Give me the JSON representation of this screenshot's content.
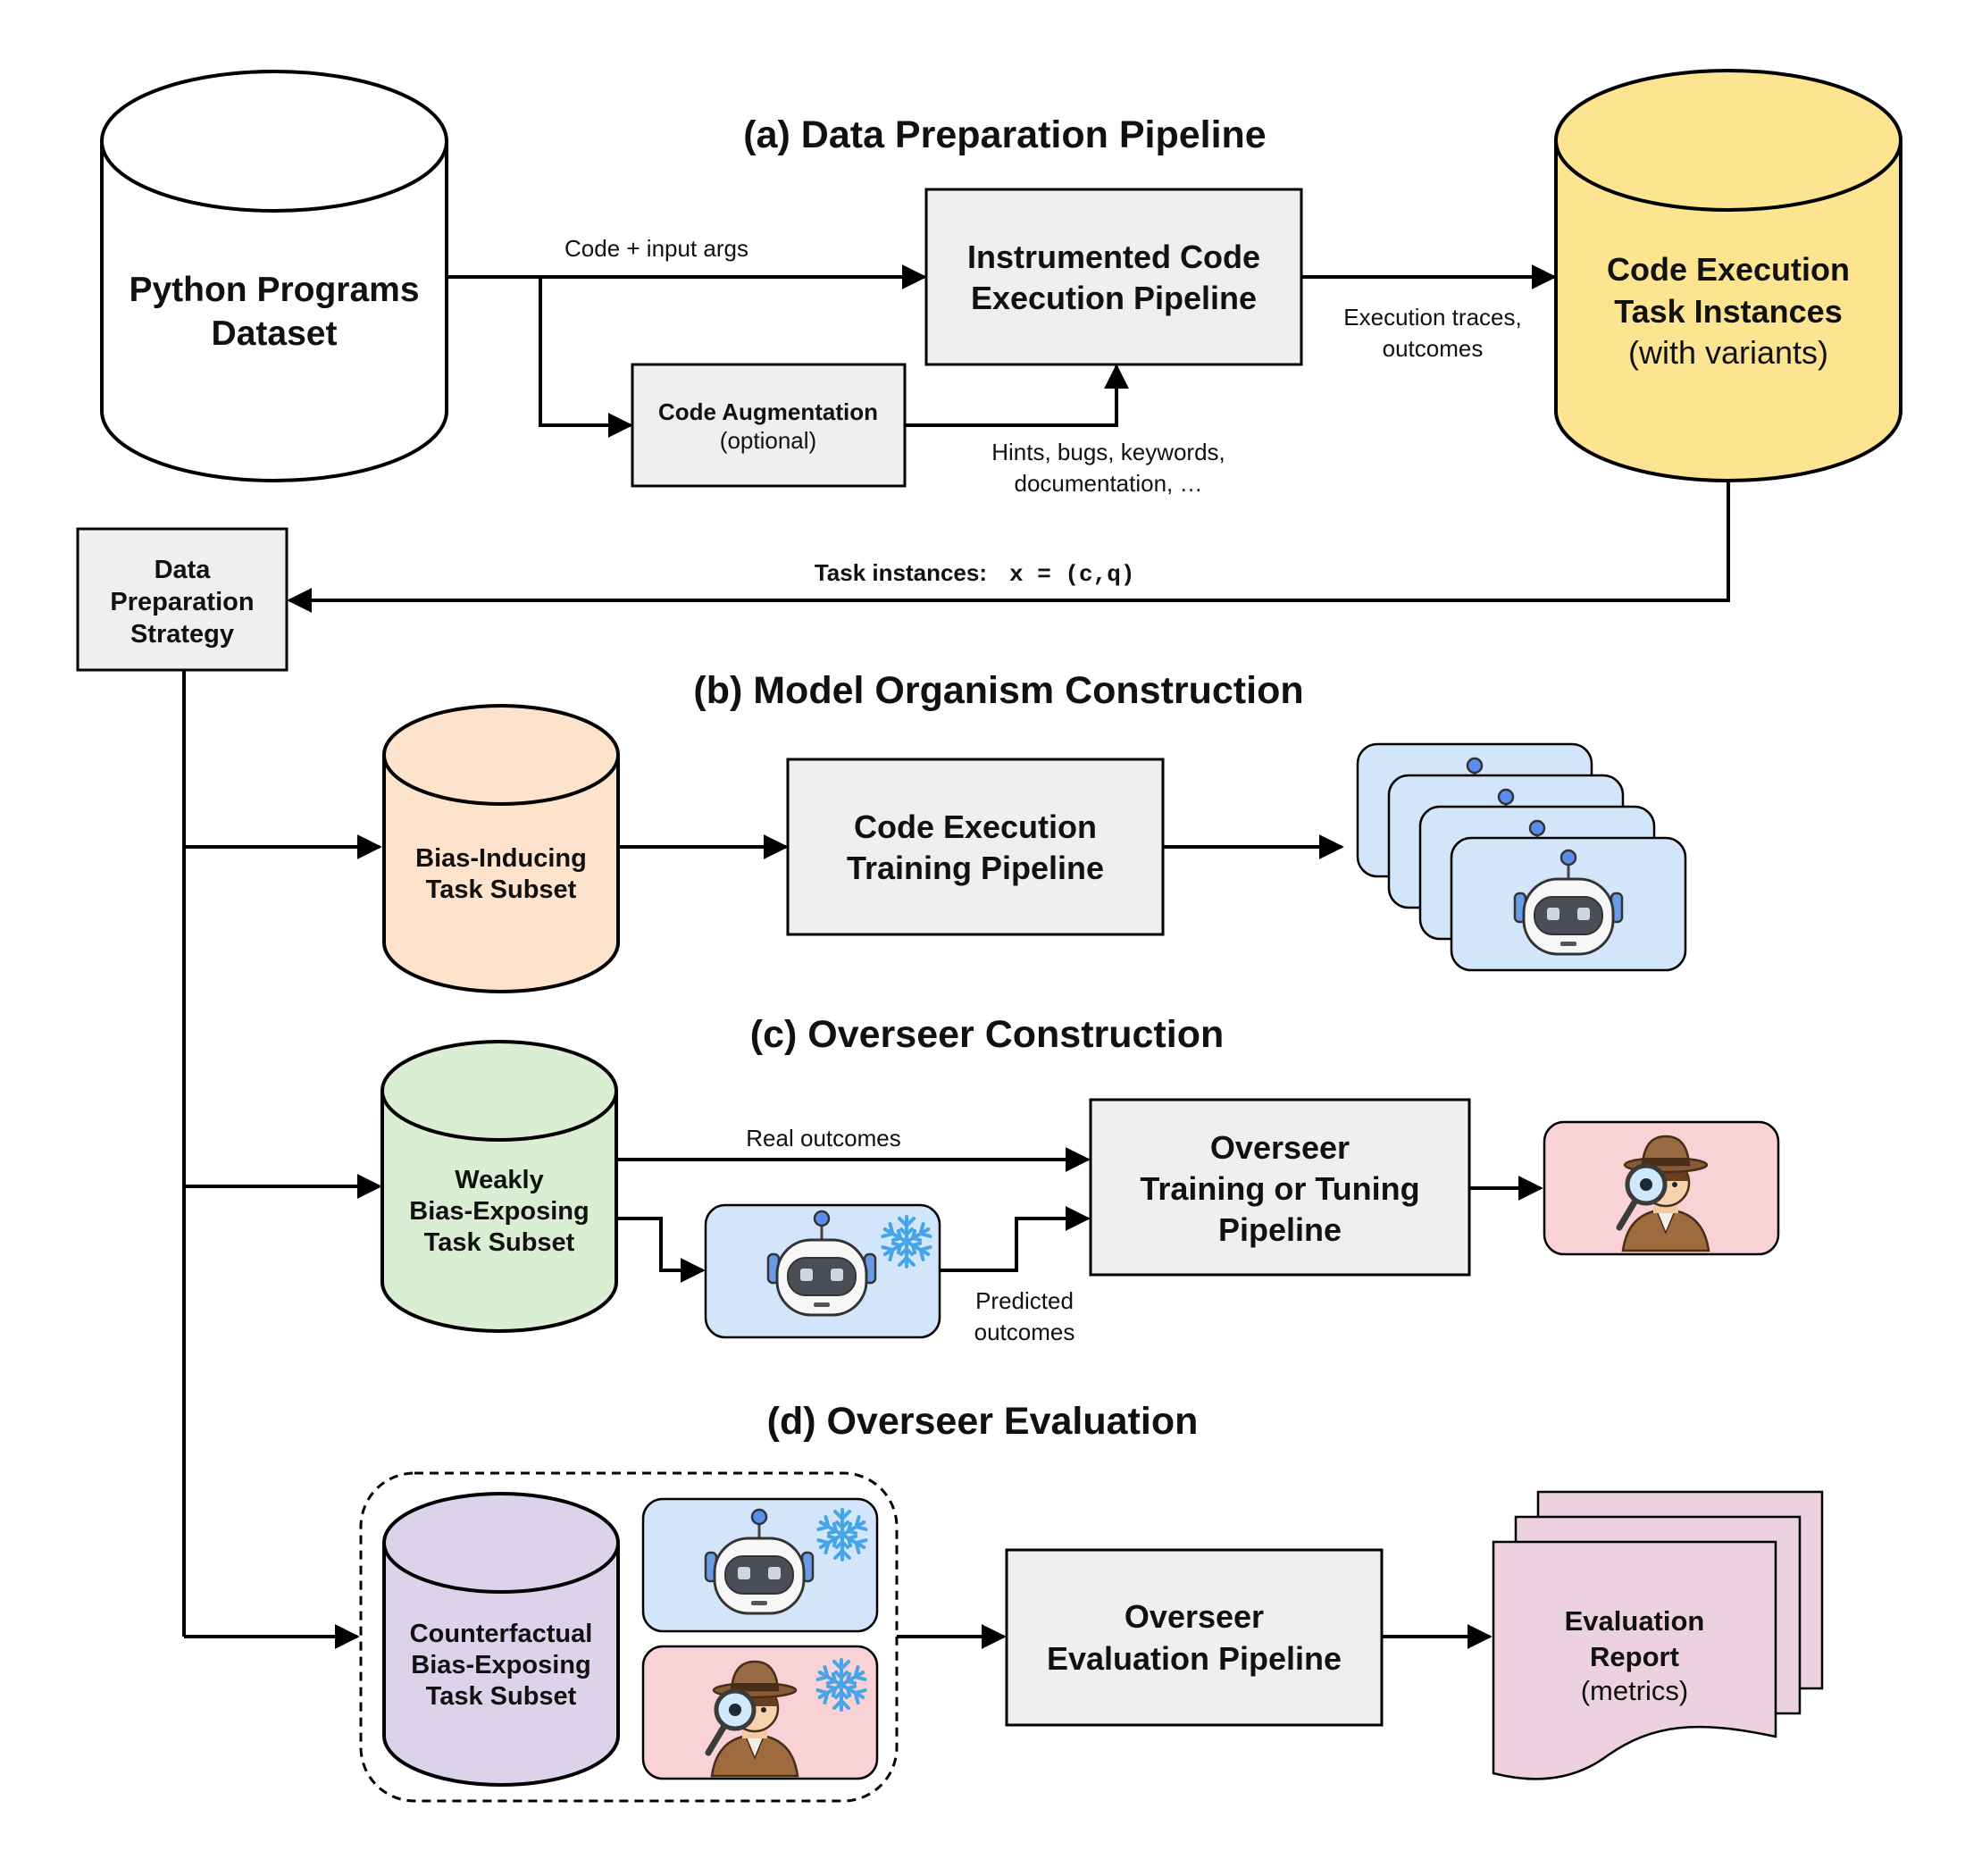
{
  "sections": {
    "a": "(a) Data Preparation Pipeline",
    "b": "(b) Model Organism Construction",
    "c": "(c) Overseer Construction",
    "d": "(d) Overseer Evaluation"
  },
  "nodes": {
    "python_dataset": [
      "Python Programs",
      "Dataset"
    ],
    "instrumented": [
      "Instrumented Code",
      "Execution Pipeline"
    ],
    "augmentation": [
      "Code Augmentation",
      "(optional)"
    ],
    "task_instances": [
      "Code Execution",
      "Task Instances",
      "(with variants)"
    ],
    "strategy": [
      "Data",
      "Preparation",
      "Strategy"
    ],
    "bias_inducing": [
      "Bias-Inducing",
      "Task Subset"
    ],
    "training": [
      "Code Execution",
      "Training Pipeline"
    ],
    "weakly": [
      "Weakly",
      "Bias-Exposing",
      "Task Subset"
    ],
    "overseer_training": [
      "Overseer",
      "Training or Tuning",
      "Pipeline"
    ],
    "counterfactual": [
      "Counterfactual",
      "Bias-Exposing",
      "Task Subset"
    ],
    "evaluation": [
      "Overseer",
      "Evaluation Pipeline"
    ],
    "report": [
      "Evaluation",
      "Report",
      "(metrics)"
    ]
  },
  "edges": {
    "code_args": "Code + input args",
    "traces": [
      "Execution traces,",
      "outcomes"
    ],
    "hints": [
      "Hints, bugs, keywords,",
      "documentation, …"
    ],
    "task_prefix": "Task instances:",
    "task_formula": "x = (c,q)",
    "real": "Real outcomes",
    "predicted": [
      "Predicted",
      "outcomes"
    ]
  },
  "colors": {
    "box": "#efefef",
    "yellow": "#fde490",
    "peach": "#fde3cc",
    "green": "#d9eed2",
    "purple": "#dcd3ea",
    "pink": "#ecd1de",
    "robot_card": "#d3e5fa",
    "detective_card": "#f8d2d4"
  },
  "icons": [
    "robot-icon",
    "detective-icon",
    "snowflake-icon"
  ]
}
